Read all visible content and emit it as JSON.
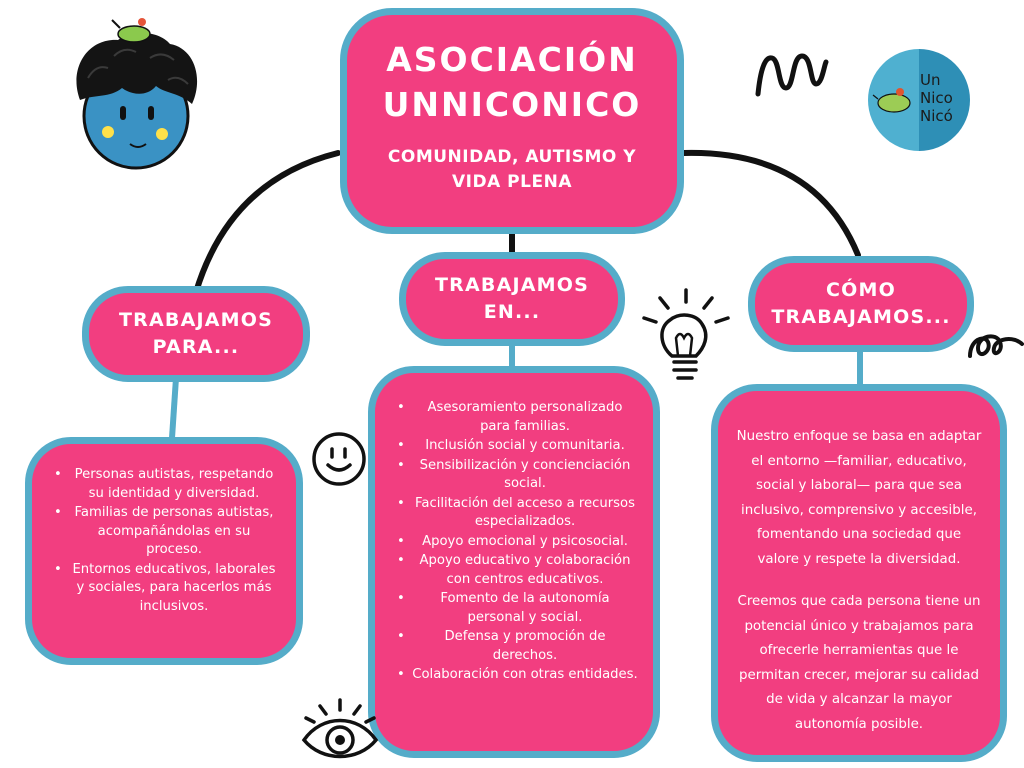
{
  "title": {
    "line1": "ASOCIACIÓN",
    "line2": "UNNICONICO",
    "subtitle": "COMUNIDAD, AUTISMO Y VIDA PLENA"
  },
  "branches": [
    {
      "heading": "TRABAJAMOS PARA...",
      "items": [
        "Personas autistas, respetando su identidad y diversidad.",
        "Familias de personas autistas, acompañándolas en su proceso.",
        "Entornos educativos, laborales y sociales, para hacerlos más inclusivos."
      ]
    },
    {
      "heading": "TRABAJAMOS EN...",
      "items": [
        "Asesoramiento personalizado para familias.",
        "Inclusión social y comunitaria.",
        "Sensibilización y concienciación social.",
        "Facilitación del acceso a recursos especializados.",
        "Apoyo emocional y psicosocial.",
        "Apoyo educativo y colaboración con centros educativos.",
        "Fomento de la autonomía personal y social.",
        "Defensa y promoción de derechos.",
        "Colaboración con otras entidades."
      ]
    },
    {
      "heading": "CÓMO TRABAJAMOS...",
      "paragraphs": [
        "Nuestro enfoque se basa en adaptar el entorno —familiar, educativo, social y laboral— para que sea inclusivo, comprensivo y accesible, fomentando una sociedad que valore y respete la diversidad.",
        "Creemos que cada persona tiene un potencial único y trabajamos para ofrecerle herramientas que le permitan crecer, mejorar su calidad de vida y alcanzar la mayor autonomía posible."
      ]
    }
  ],
  "logo": {
    "line1": "Un",
    "line2": "Nico",
    "line3": "Nicó"
  },
  "colors": {
    "box_fill": "#f23e80",
    "box_border": "#55acc9",
    "connector": "#111111",
    "text": "#ffffff"
  },
  "icons": [
    "child-face-icon",
    "smiley-icon",
    "lightbulb-icon",
    "eye-icon",
    "scribble-m-icon",
    "swirl-icon",
    "logo-icon"
  ]
}
